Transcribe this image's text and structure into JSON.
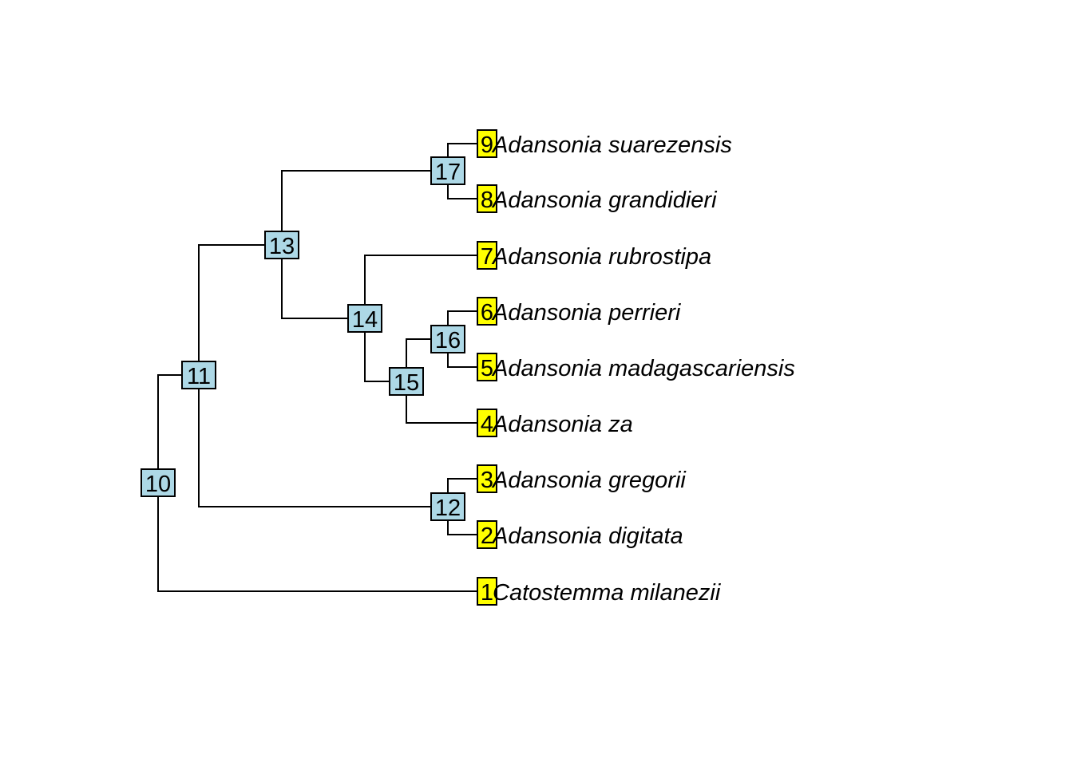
{
  "tree": {
    "colors": {
      "internal_node": "#ADD8E6",
      "tip_node": "#FFFF00",
      "edge": "#000000"
    },
    "tips": [
      {
        "id": 9,
        "label": "Adansonia suarezensis"
      },
      {
        "id": 8,
        "label": "Adansonia grandidieri"
      },
      {
        "id": 7,
        "label": "Adansonia rubrostipa"
      },
      {
        "id": 6,
        "label": "Adansonia perrieri"
      },
      {
        "id": 5,
        "label": "Adansonia madagascariensis"
      },
      {
        "id": 4,
        "label": "Adansonia za"
      },
      {
        "id": 3,
        "label": "Adansonia gregorii"
      },
      {
        "id": 2,
        "label": "Adansonia digitata"
      },
      {
        "id": 1,
        "label": "Catostemma milanezii"
      }
    ],
    "internal_nodes": [
      {
        "id": 10,
        "label": "10",
        "children": [
          11,
          1
        ]
      },
      {
        "id": 11,
        "label": "11",
        "children": [
          13,
          12
        ]
      },
      {
        "id": 12,
        "label": "12",
        "children": [
          3,
          2
        ]
      },
      {
        "id": 13,
        "label": "13",
        "children": [
          17,
          14
        ]
      },
      {
        "id": 14,
        "label": "14",
        "children": [
          7,
          15
        ]
      },
      {
        "id": 15,
        "label": "15",
        "children": [
          16,
          4
        ]
      },
      {
        "id": 16,
        "label": "16",
        "children": [
          6,
          5
        ]
      },
      {
        "id": 17,
        "label": "17",
        "children": [
          9,
          8
        ]
      }
    ],
    "tip_labels_text": {
      "9": "9",
      "8": "8",
      "7": "7",
      "6": "6",
      "5": "5",
      "4": "4",
      "3": "3",
      "2": "2",
      "1": "1"
    }
  }
}
